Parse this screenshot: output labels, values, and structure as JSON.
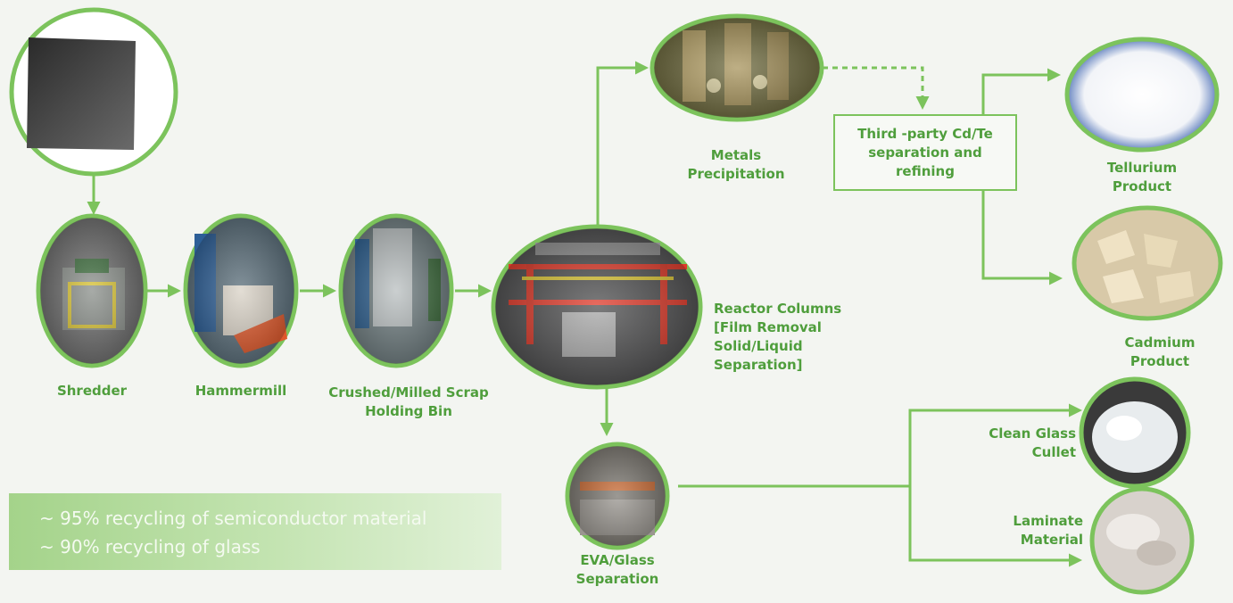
{
  "colors": {
    "accent": "#7cc35c",
    "label": "#4f9e3c",
    "background": "#f3f5f1"
  },
  "nodes": {
    "panel": {
      "label": ""
    },
    "shredder": {
      "label": "Shredder"
    },
    "hammermill": {
      "label": "Hammermill"
    },
    "holding_bin": {
      "label": "Crushed/Milled Scrap\nHolding Bin"
    },
    "reactor": {
      "label": "Reactor Columns\n[Film Removal\nSolid/Liquid\nSeparation]"
    },
    "metals": {
      "label": "Metals\nPrecipitation"
    },
    "third_party": {
      "label": "Third -party Cd/Te\nseparation and\nrefining"
    },
    "tellurium": {
      "label": "Tellurium\nProduct"
    },
    "cadmium": {
      "label": "Cadmium\nProduct"
    },
    "eva": {
      "label": "EVA/Glass\nSeparation"
    },
    "glass_cullet": {
      "label": "Clean Glass\nCullet"
    },
    "laminate": {
      "label": "Laminate\nMaterial"
    }
  },
  "stats": [
    "~ 95% recycling of semiconductor material",
    "~ 90% recycling of glass"
  ]
}
